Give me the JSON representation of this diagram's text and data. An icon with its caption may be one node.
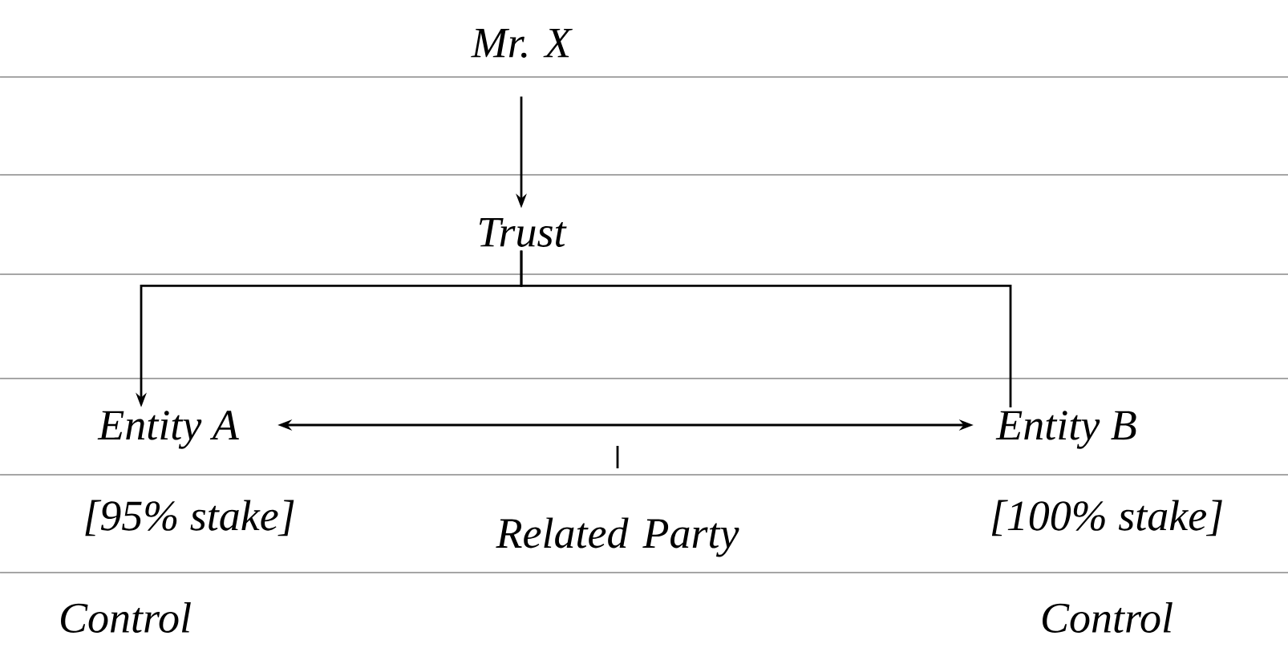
{
  "diagram": {
    "nodes": [
      {
        "text": [
          "Mr. X"
        ]
      },
      {
        "text": [
          "Trust"
        ]
      },
      {
        "text": [
          "Entity A"
        ],
        "beside": [
          "[95% stake]",
          "Control"
        ]
      },
      {
        "text": [
          "Entity B"
        ],
        "beside": [
          "[100% stake]",
          "Control"
        ]
      }
    ],
    "edges": [
      {
        "from": 0,
        "to": 1,
        "arrow": "to"
      },
      {
        "from": 1,
        "to": 2,
        "arrow": "to"
      },
      {
        "from": 1,
        "to": 3,
        "arrow": "none"
      },
      {
        "from": 2,
        "to": 3,
        "arrow": "both",
        "label": "Related Party"
      }
    ]
  }
}
